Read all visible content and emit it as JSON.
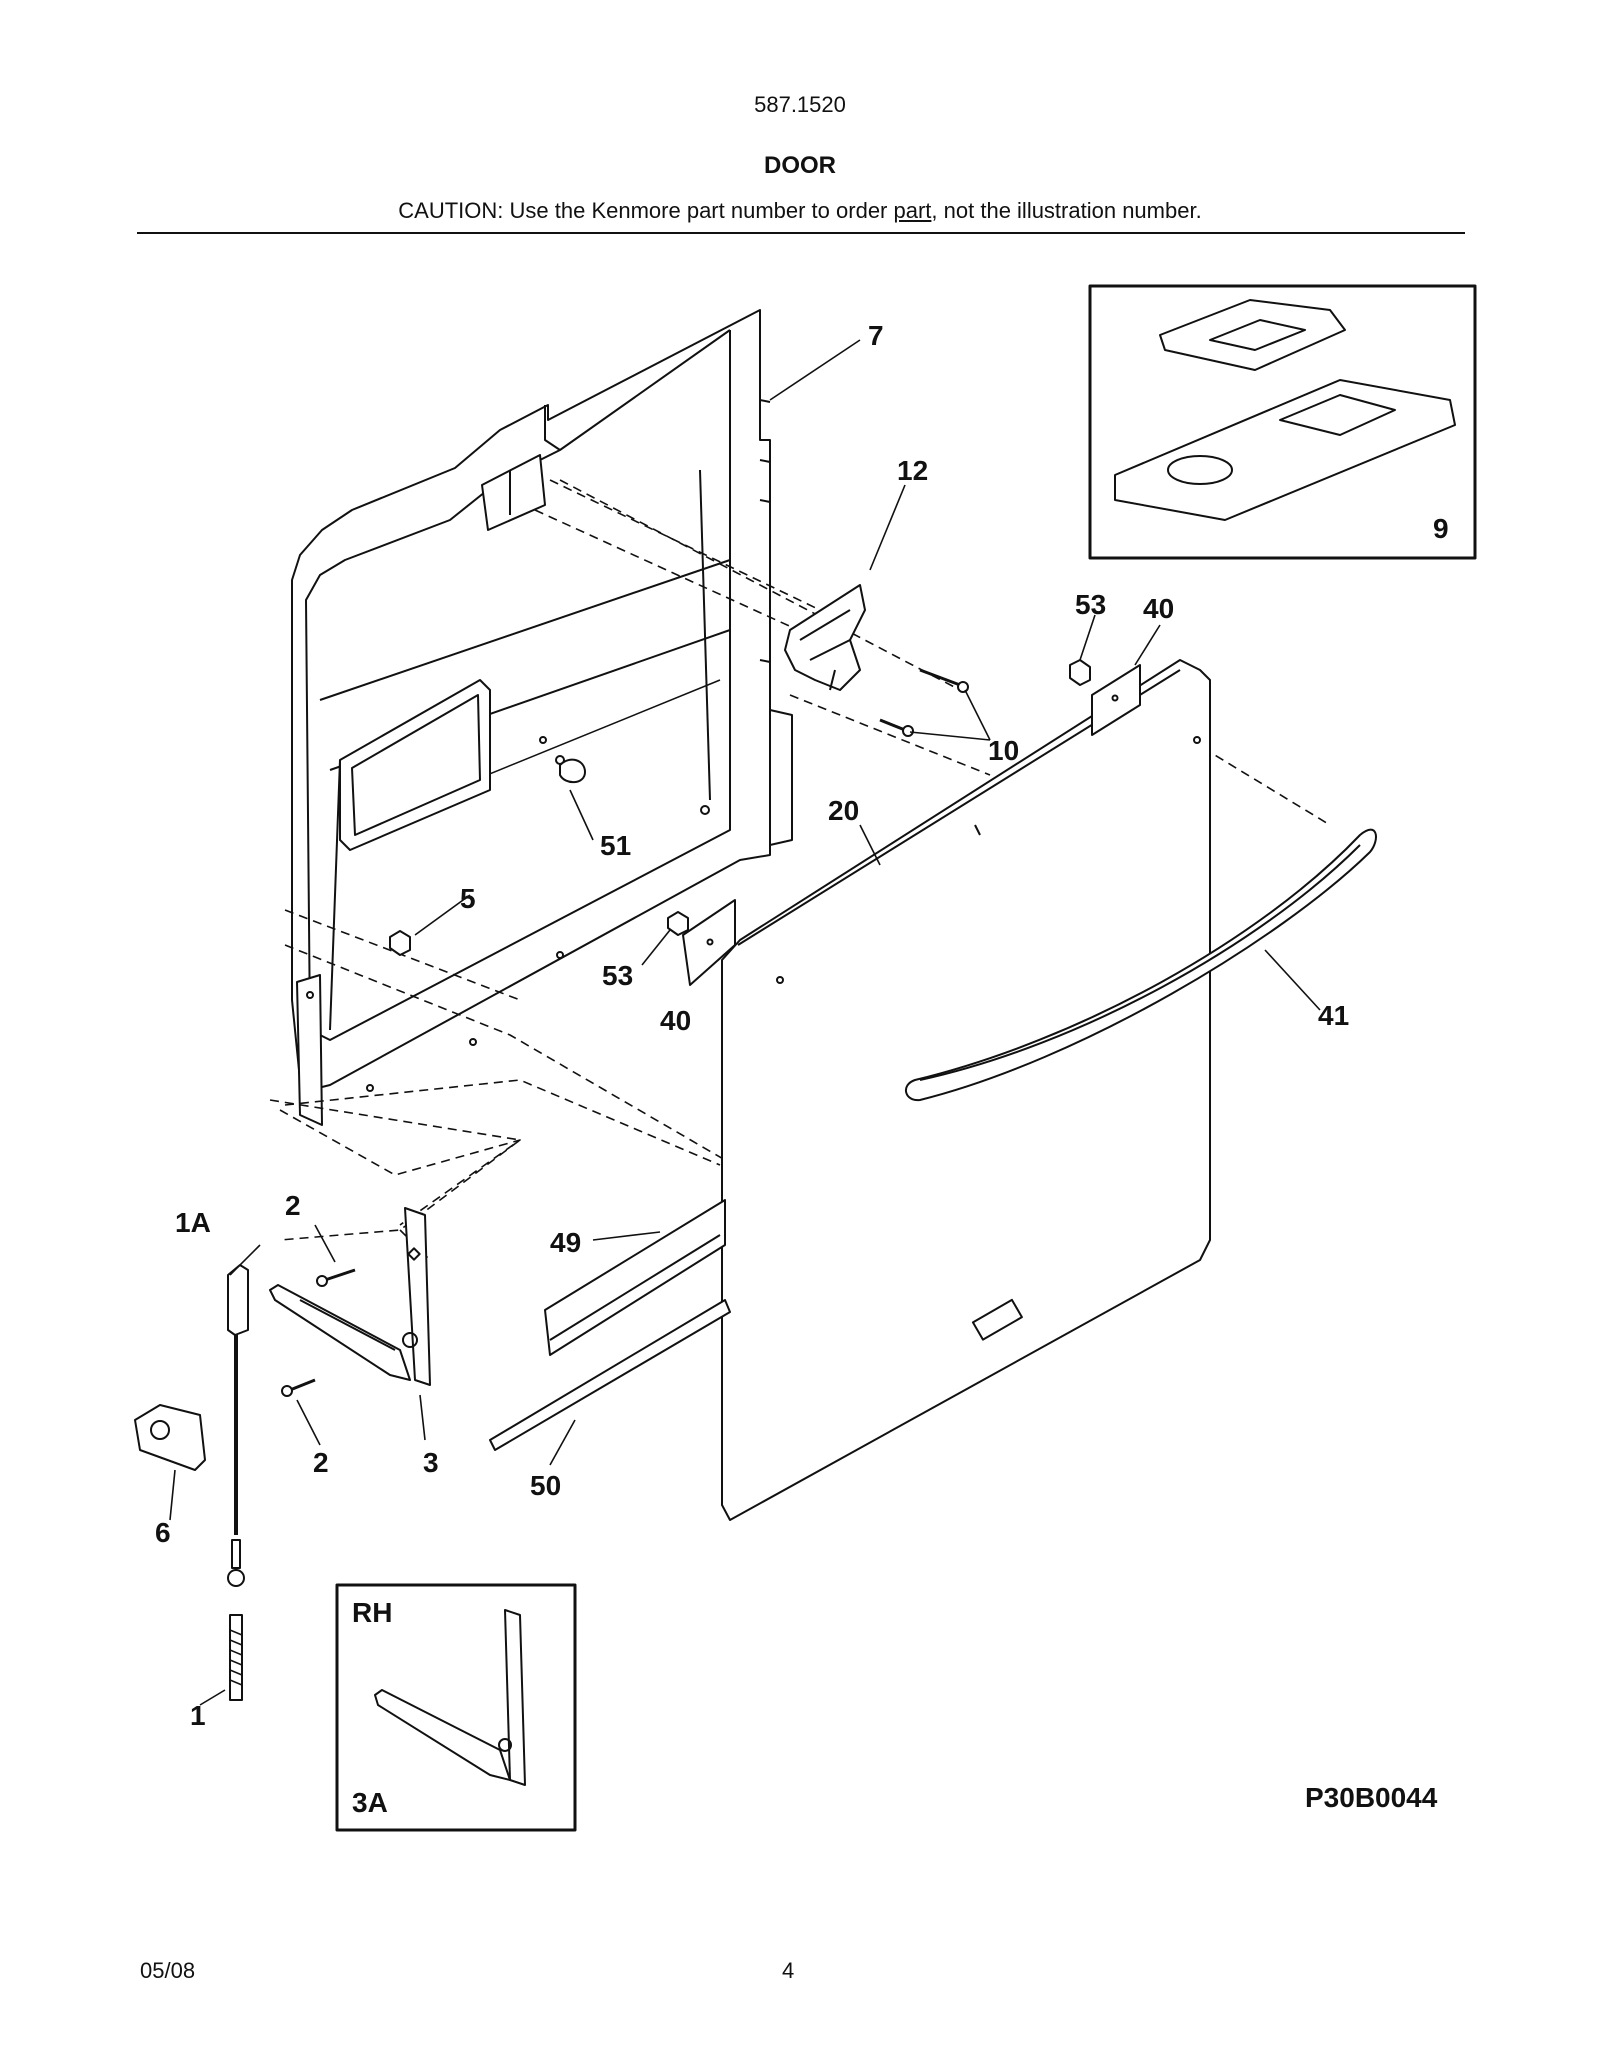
{
  "header": {
    "model_number": "587.1520",
    "section_title": "DOOR",
    "caution_prefix": "CAUTION: Use the Kenmore part number to order ",
    "caution_underlined": "part",
    "caution_suffix": ", not the illustration number."
  },
  "callouts": {
    "c7": "7",
    "c12": "12",
    "c9": "9",
    "c53a": "53",
    "c40a": "40",
    "c10": "10",
    "c20": "20",
    "c51": "51",
    "c5": "5",
    "c53b": "53",
    "c40b": "40",
    "c41": "41",
    "c1A": "1A",
    "c2a": "2",
    "c49": "49",
    "c2b": "2",
    "c3": "3",
    "c50": "50",
    "c6": "6",
    "c1": "1"
  },
  "inset_rh": {
    "heading": "RH",
    "part": "3A"
  },
  "footer": {
    "diagram_code": "P30B0044",
    "date": "05/08",
    "page_number": "4"
  }
}
